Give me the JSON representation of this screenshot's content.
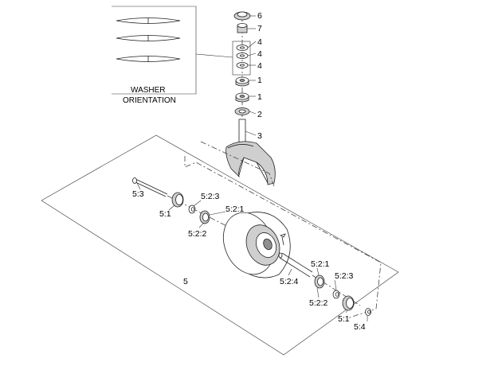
{
  "washer_caption": {
    "line1": "WASHER",
    "line2": "ORIENTATION"
  },
  "callouts": {
    "c6": "6",
    "c7": "7",
    "c4a": "4",
    "c4b": "4",
    "c4c": "4",
    "c1a": "1",
    "c1b": "1",
    "c2": "2",
    "c3": "3",
    "c5": "5",
    "c5_3": "5:3",
    "c5_1_left": "5:1",
    "c5_2_3_left": "5:2:3",
    "c5_2_1_left": "5:2:1",
    "c5_2_2_left": "5:2:2",
    "c5_2_1_right": "5:2:1",
    "c5_2_4": "5:2:4",
    "c5_2_3_right": "5:2:3",
    "c5_2_2_right": "5:2:2",
    "c5_1_right": "5:1",
    "c5_4": "5:4"
  }
}
